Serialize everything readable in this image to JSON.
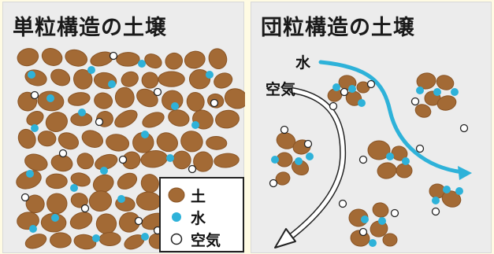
{
  "colors": {
    "soil": "#a36a35",
    "soil_edge": "#8a5526",
    "water": "#2eb2d9",
    "air_fill": "#ffffff",
    "air_edge": "#222222",
    "arrow_water": "#2eb2d9",
    "panel_bg": "#ececec"
  },
  "left_panel": {
    "title": "単粒構造の土壌"
  },
  "right_panel": {
    "title": "団粒構造の土壌",
    "water_arrow_label": "水",
    "air_arrow_label": "空気"
  },
  "legend": {
    "items": [
      {
        "symbol": "soil-particle",
        "label": "土"
      },
      {
        "symbol": "water-drop",
        "label": "水"
      },
      {
        "symbol": "air-bubble",
        "label": "空気"
      }
    ]
  }
}
